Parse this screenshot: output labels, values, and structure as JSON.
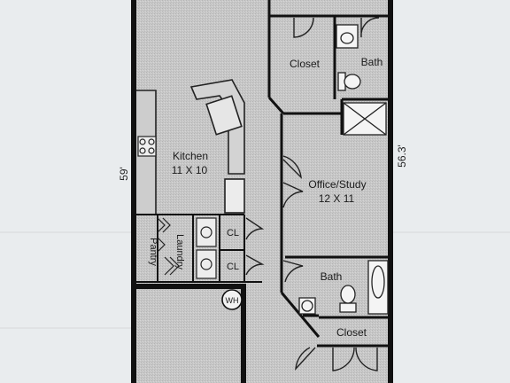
{
  "dimensions": {
    "left": "59'",
    "right": "56.3'"
  },
  "rooms": {
    "closet_top": "Closet",
    "bath_top": "Bath",
    "kitchen_name": "Kitchen",
    "kitchen_size": "11 X 10",
    "office_name": "Office/Study",
    "office_size": "12 X 11",
    "cl_upper": "CL",
    "cl_lower": "CL",
    "pantry": "Pantry",
    "laundry": "Laundry",
    "wh": "WH",
    "bath_lower": "Bath",
    "closet_lower": "Closet"
  },
  "colors": {
    "paper": "#e9ecee",
    "floor": "#c9c9c9",
    "wall": "#111111",
    "fixture": "#f4f4f4"
  }
}
